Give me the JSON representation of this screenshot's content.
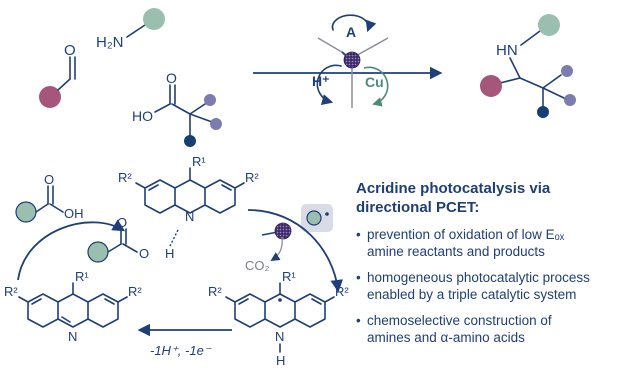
{
  "colors": {
    "navy": "#1f3f78",
    "sage": "#9bbfae",
    "magenta": "#a5567a",
    "lavender": "#7c7cb0",
    "deep_navy": "#163e73",
    "light_grey": "#d8dce6",
    "cu_green": "#4f8a79",
    "cat_purple": "#6a3fa0"
  },
  "top_scheme": {
    "amine_label": "H₂N",
    "acid_label": "HO",
    "cycle_labels": {
      "a": "A",
      "h": "H⁺",
      "cu": "Cu"
    },
    "product_label": "HN"
  },
  "mechanism": {
    "acid_label": "OH",
    "r1": "R¹",
    "r2": "R²",
    "n": "N",
    "h": "H",
    "co2": "CO₂",
    "step_label": "-1H⁺, -1e⁻"
  },
  "text_panel": {
    "title_line1": "Acridine photocatalysis via",
    "title_line2": "directional PCET:",
    "bullets": [
      {
        "line1": "prevention of oxidation of low Eₒₓ",
        "line2": "amine reactants and products"
      },
      {
        "line1": "homogeneous photocatalytic process",
        "line2": "enabled by a triple catalytic system"
      },
      {
        "line1": "chemoselective construction of",
        "line2": "amines and α-amino acids"
      }
    ]
  }
}
